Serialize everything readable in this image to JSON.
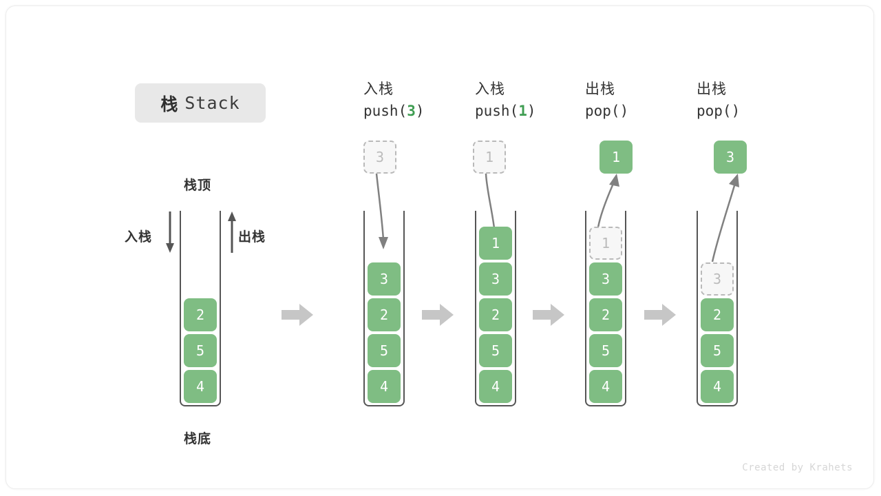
{
  "title": {
    "cn": "栈",
    "en": "Stack"
  },
  "labels": {
    "top": "栈顶",
    "bottom": "栈底",
    "push": "入栈",
    "pop": "出栈"
  },
  "initial_stack": {
    "cells": [
      "2",
      "5",
      "4"
    ],
    "note_top": "栈顶",
    "note_bottom": "栈底",
    "in_arrow_label": "入栈",
    "out_arrow_label": "出栈"
  },
  "steps": [
    {
      "op": "push",
      "head_cn": "入栈",
      "head_code_prefix": "push(",
      "head_code_arg": "3",
      "head_code_suffix": ")",
      "incoming_value": "3",
      "incoming_kind": "ghost-above",
      "cells": [
        {
          "value": "3",
          "kind": "filled"
        },
        {
          "value": "2",
          "kind": "filled"
        },
        {
          "value": "5",
          "kind": "filled"
        },
        {
          "value": "4",
          "kind": "filled"
        }
      ]
    },
    {
      "op": "push",
      "head_cn": "入栈",
      "head_code_prefix": "push(",
      "head_code_arg": "1",
      "head_code_suffix": ")",
      "incoming_value": "1",
      "incoming_kind": "ghost-above",
      "cells": [
        {
          "value": "1",
          "kind": "filled"
        },
        {
          "value": "3",
          "kind": "filled"
        },
        {
          "value": "2",
          "kind": "filled"
        },
        {
          "value": "5",
          "kind": "filled"
        },
        {
          "value": "4",
          "kind": "filled"
        }
      ]
    },
    {
      "op": "pop",
      "head_cn": "出栈",
      "head_code_prefix": "pop(",
      "head_code_arg": "",
      "head_code_suffix": ")",
      "outgoing_value": "1",
      "outgoing_kind": "filled-above",
      "cells": [
        {
          "value": "1",
          "kind": "ghost"
        },
        {
          "value": "3",
          "kind": "filled"
        },
        {
          "value": "2",
          "kind": "filled"
        },
        {
          "value": "5",
          "kind": "filled"
        },
        {
          "value": "4",
          "kind": "filled"
        }
      ]
    },
    {
      "op": "pop",
      "head_cn": "出栈",
      "head_code_prefix": "pop(",
      "head_code_arg": "",
      "head_code_suffix": ")",
      "outgoing_value": "3",
      "outgoing_kind": "filled-above",
      "cells": [
        {
          "value": "3",
          "kind": "ghost"
        },
        {
          "value": "2",
          "kind": "filled"
        },
        {
          "value": "5",
          "kind": "filled"
        },
        {
          "value": "4",
          "kind": "filled"
        }
      ]
    }
  ],
  "separators": [
    "→",
    "→",
    "→",
    "→"
  ],
  "watermark": "Created by Krahets",
  "colors": {
    "cell_green": "#7fbd83",
    "ghost_fill": "#f7f7f7",
    "ghost_border": "#b9b9b9",
    "container_stroke": "#555555",
    "arrow_gray": "#808080",
    "chip_bg": "#e8e8e8",
    "accent_green_text": "#3f9d52"
  }
}
